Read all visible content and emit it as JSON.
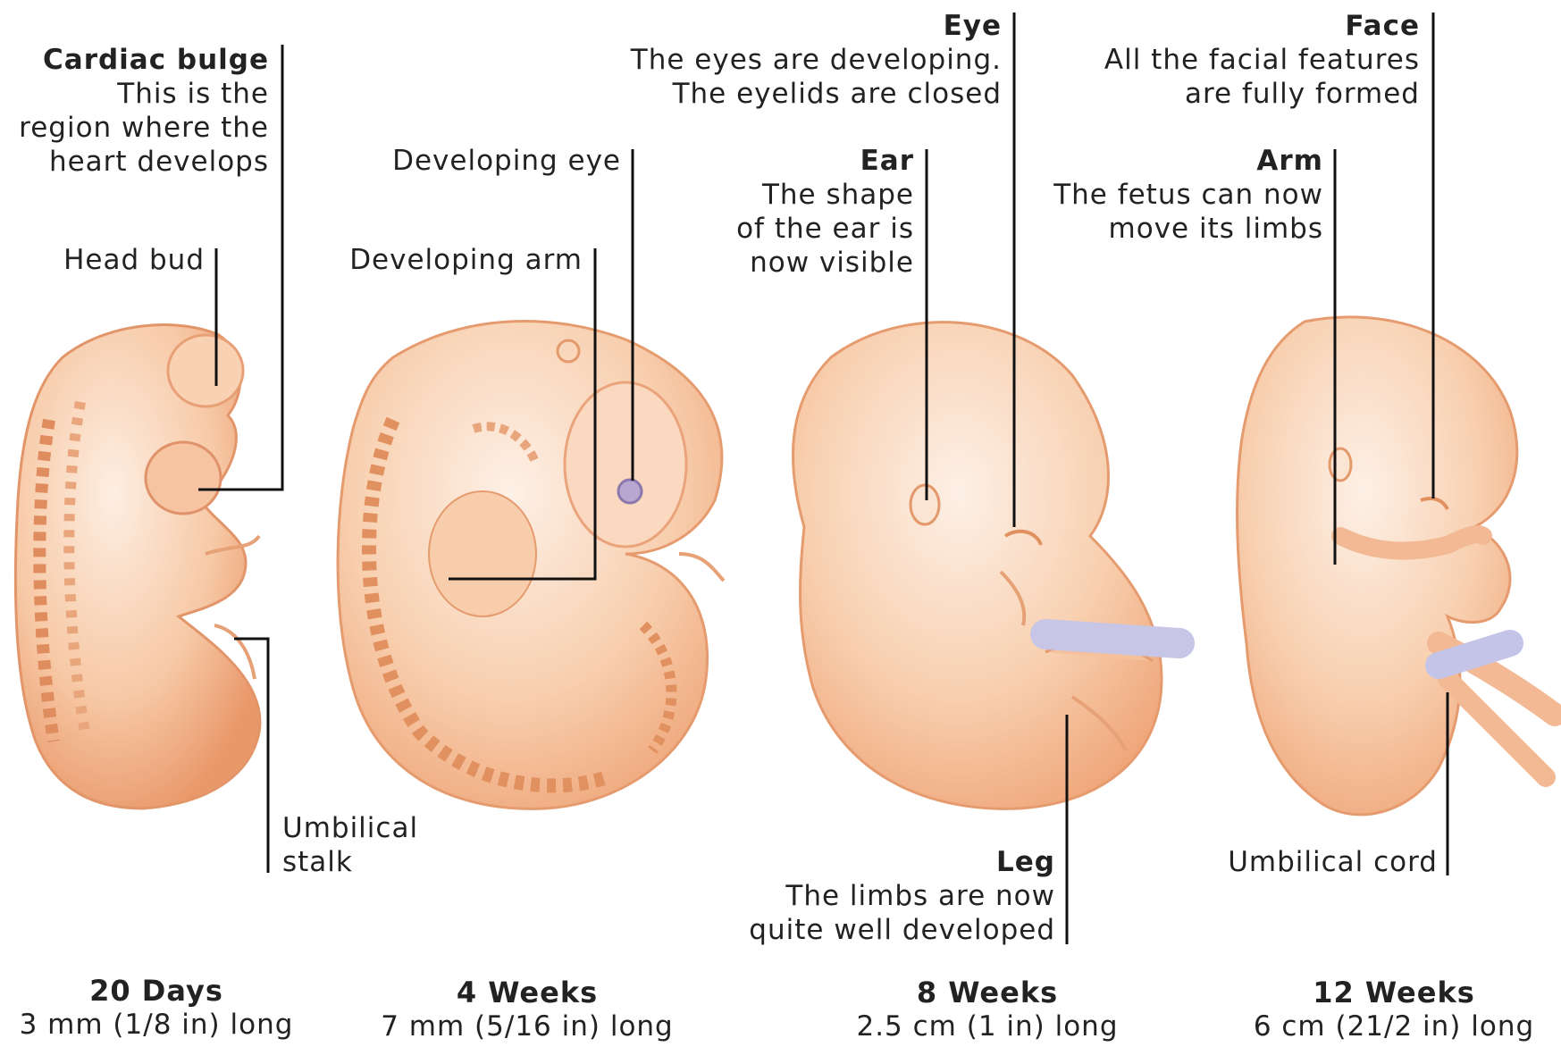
{
  "labels": {
    "cardiac_bulge": {
      "title": "Cardiac bulge",
      "lines": [
        "This is the",
        "region where the",
        "heart develops"
      ]
    },
    "head_bud": {
      "text": "Head bud"
    },
    "umbilical_stalk": {
      "lines": [
        "Umbilical",
        "stalk"
      ]
    },
    "developing_eye": {
      "text": "Developing eye"
    },
    "developing_arm": {
      "text": "Developing arm"
    },
    "eye": {
      "title": "Eye",
      "lines": [
        "The eyes are developing.",
        "The eyelids are closed"
      ]
    },
    "ear": {
      "title": "Ear",
      "lines": [
        "The shape",
        "of the ear is",
        "now visible"
      ]
    },
    "leg": {
      "title": "Leg",
      "lines": [
        "The limbs are now",
        "quite well developed"
      ]
    },
    "face": {
      "title": "Face",
      "lines": [
        "All the facial features",
        "are fully formed"
      ]
    },
    "arm": {
      "title": "Arm",
      "lines": [
        "The fetus can now",
        "move its limbs"
      ]
    },
    "umbilical_cord": {
      "text": "Umbilical cord"
    }
  },
  "stages": [
    {
      "title": "20 Days",
      "size": "3 mm (1/8 in) long"
    },
    {
      "title": "4 Weeks",
      "size": "7 mm (5/16 in) long"
    },
    {
      "title": "8 Weeks",
      "size": "2.5 cm (1 in) long"
    },
    {
      "title": "12 Weeks",
      "size": "6 cm (21/2 in) long"
    }
  ],
  "colors": {
    "skin_light": "#fbe3d0",
    "skin_mid": "#f3b48a",
    "skin_dark": "#d9865a",
    "cord": "#b9bde6",
    "leader": "#111111"
  }
}
